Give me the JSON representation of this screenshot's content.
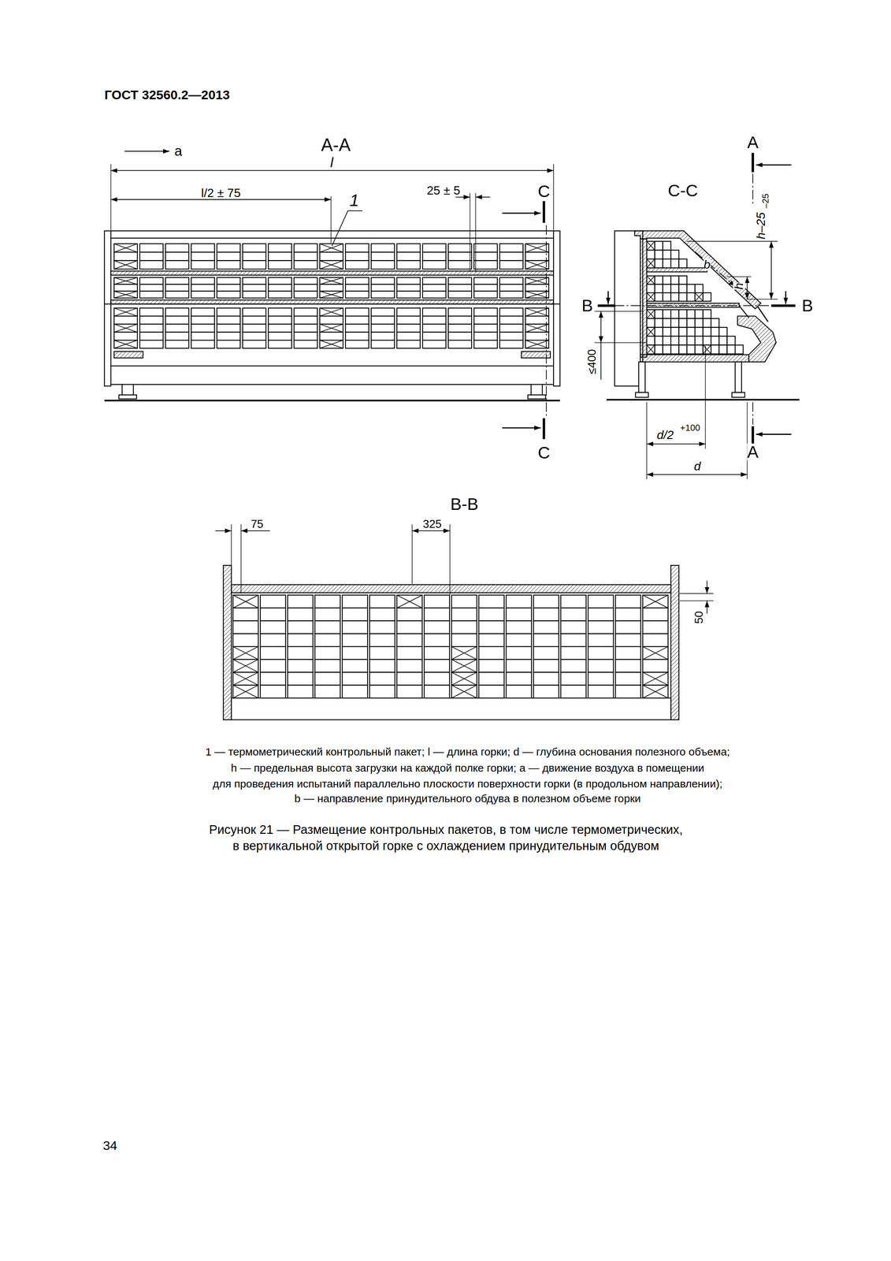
{
  "diagram": {
    "title": "ГОСТ 32560.2—2013",
    "caption": "Рисунок 21 — Размещение контрольных пакетов, в том числе термометрических, в вертикальной открытой горке с охлаждением принудительным обдувом",
    "labels": [
      "А-А",
      "a",
      "l",
      "l/2 ± 75",
      "1",
      "25 ± 5",
      "С",
      "А",
      "С-С",
      "h–25",
      "–25",
      "b",
      "h",
      "В",
      "В",
      "≤400",
      "d/2",
      "+100",
      "С",
      "А",
      "d",
      "В-В",
      "75",
      "325",
      "50",
      "1 — термометрический контрольный пакет; l — длина горки; d — глубина основания полезного объема;",
      "h — предельная высота загрузки на каждой полке горки; a — движение воздуха в помещении",
      "для проведения испытаний параллельно плоскости поверхности горки (в продольном направлении);",
      "b — направление принудительного обдува в полезном объеме горки",
      "34"
    ]
  }
}
